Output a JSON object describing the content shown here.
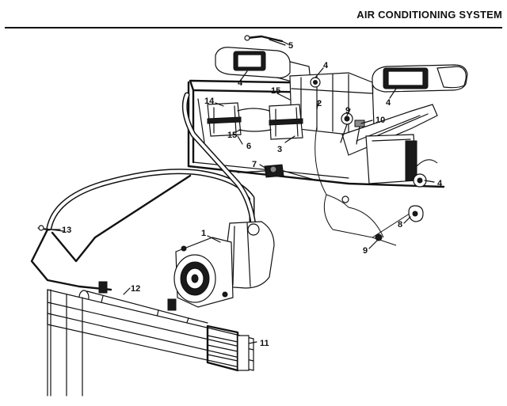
{
  "title": "AIR CONDITIONING SYSTEM",
  "callouts": {
    "c1": "1",
    "c2": "2",
    "c3": "3",
    "c4a": "4",
    "c4b": "4",
    "c4c": "4",
    "c4d": "4",
    "c5": "5",
    "c6": "6",
    "c7": "7",
    "c8": "8",
    "c9a": "9",
    "c9b": "9",
    "c10": "10",
    "c11": "11",
    "c12": "12",
    "c13": "13",
    "c14": "14",
    "c15a": "15",
    "c15b": "15"
  }
}
